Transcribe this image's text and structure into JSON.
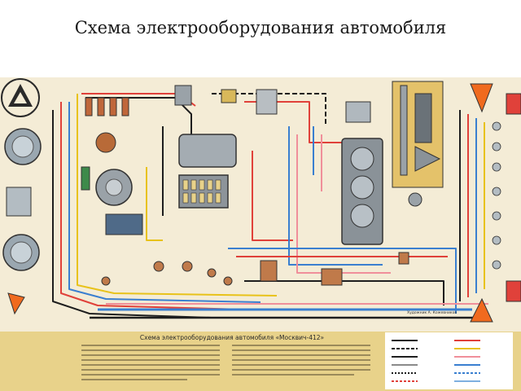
{
  "slide": {
    "title": "Схема электрооборудования автомобиля"
  },
  "poster": {
    "caption_title": "Схема электрооборудования автомобиля «Москвич-412»",
    "credit": "Художник А. Кожевников",
    "colors": {
      "background": "#f4ecd6",
      "caption_band": "#e8d28a",
      "wire_red": "#e0413a",
      "wire_blue": "#3a7fd0",
      "wire_yellow": "#e8c21a",
      "wire_black": "#1e1e1e",
      "wire_pink": "#f08f9a",
      "warning_triangle": "#f06a1e"
    }
  }
}
